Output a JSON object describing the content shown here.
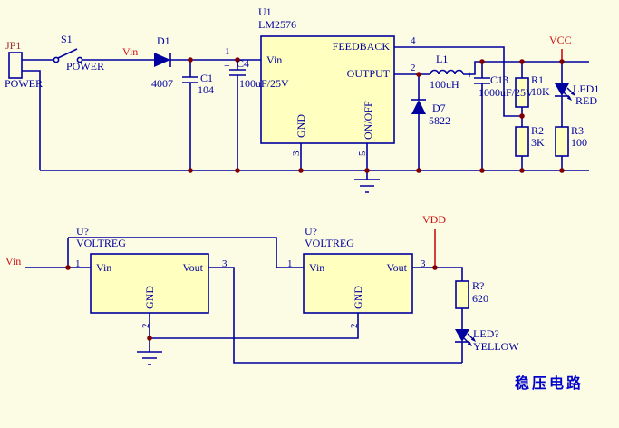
{
  "caption": "稳压电路",
  "colors": {
    "background": "#FCFBE4",
    "wire": "#0000A0",
    "component_fill": "#FFFFC0",
    "label_blue": "#0000A0",
    "net_red": "#CC1111",
    "junction_dot": "#800000",
    "caption_blue": "#0000CC"
  },
  "top": {
    "jp1": {
      "ref": "JP1",
      "label": "POWER"
    },
    "s1": {
      "ref": "S1",
      "label": "POWER"
    },
    "vin": "Vin",
    "vcc": "VCC",
    "d1": {
      "ref": "D1",
      "value": "4007"
    },
    "c1": {
      "ref": "C1",
      "value": "104"
    },
    "c4": {
      "ref": "C4",
      "value": "100uF/25V",
      "polarity": "+"
    },
    "u1": {
      "ref": "U1",
      "part": "LM2576",
      "pin_vin": "Vin",
      "pin_feedback": "FEEDBACK",
      "pin_output": "OUTPUT",
      "pin_gnd": "GND",
      "pin_onoff": "ON/OFF",
      "num_vin": "1",
      "num_feedback": "4",
      "num_output": "2",
      "num_gnd": "3",
      "num_onoff": "5"
    },
    "l1": {
      "ref": "L1",
      "value": "100uH"
    },
    "d7": {
      "ref": "D7",
      "value": "5822"
    },
    "c13": {
      "ref": "C13",
      "value": "1000uF/25V",
      "polarity": "+"
    },
    "r1": {
      "ref": "R1",
      "value": "10K"
    },
    "r2": {
      "ref": "R2",
      "value": "3K"
    },
    "r3": {
      "ref": "R3",
      "value": "100"
    },
    "led1": {
      "ref": "LED1",
      "value": "RED"
    }
  },
  "bottom": {
    "vin": "Vin",
    "vdd": "VDD",
    "reg1": {
      "ref": "U?",
      "part": "VOLTREG",
      "pin_vin": "Vin",
      "pin_vout": "Vout",
      "pin_gnd": "GND",
      "num_vin": "1",
      "num_vout": "3",
      "num_gnd": "2"
    },
    "reg2": {
      "ref": "U?",
      "part": "VOLTREG",
      "pin_vin": "Vin",
      "pin_vout": "Vout",
      "pin_gnd": "GND",
      "num_vin": "1",
      "num_vout": "3",
      "num_gnd": "2"
    },
    "r_led": {
      "ref": "R?",
      "value": "620"
    },
    "led": {
      "ref": "LED?",
      "value": "YELLOW"
    }
  }
}
